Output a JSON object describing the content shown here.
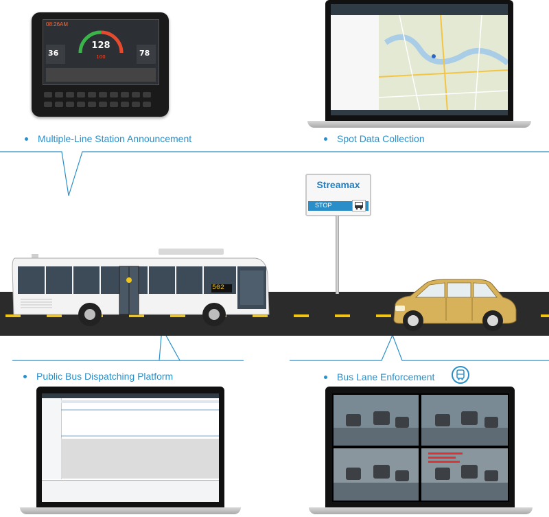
{
  "captions": {
    "announcement": "Multiple-Line Station Announcement",
    "spot_data": "Spot Data Collection",
    "dispatching": "Public Bus Dispatching Platform",
    "enforcement": "Bus Lane Enforcement"
  },
  "stop_sign": {
    "brand": "Streamax",
    "stop_label": "STOP"
  },
  "terminal": {
    "time": "08:26AM",
    "speed": "128",
    "left_value": "36",
    "right_value": "78",
    "gauge_value": "100"
  },
  "bus": {
    "route_number": "502"
  },
  "colors": {
    "accent": "#2a8fc8",
    "road": "#2b2b2b",
    "lane_marking": "#f0c419",
    "car": "#d8b25a",
    "bus_window": "#3d4a57"
  }
}
